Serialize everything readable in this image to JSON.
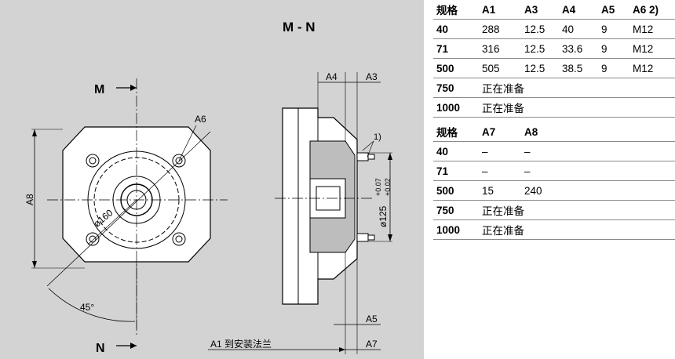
{
  "drawing": {
    "section_label": "M - N",
    "cut_top": "M",
    "cut_bottom": "N",
    "label_a8": "A8",
    "label_a6": "A6",
    "label_a4": "A4",
    "label_a3": "A3",
    "label_a5": "A5",
    "label_a7": "A7",
    "dia160": "ø160",
    "angle": "45°",
    "dia125": "ø125",
    "tol_plus": "+0.07",
    "tol_minus": "+0.02",
    "note": "1)",
    "a1_label": "A1 到安装法兰"
  },
  "table1": {
    "headers": [
      "规格",
      "A1",
      "A3",
      "A4",
      "A5",
      "A6 2)"
    ],
    "rows": [
      [
        "40",
        "288",
        "12.5",
        "40",
        "9",
        "M12"
      ],
      [
        "71",
        "316",
        "12.5",
        "33.6",
        "9",
        "M12"
      ],
      [
        "500",
        "505",
        "12.5",
        "38.5",
        "9",
        "M12"
      ],
      [
        "750",
        "正在准备"
      ],
      [
        "1000",
        "正在准备"
      ]
    ]
  },
  "table2": {
    "headers": [
      "规格",
      "A7",
      "A8"
    ],
    "rows": [
      [
        "40",
        "–",
        "–"
      ],
      [
        "71",
        "–",
        "–"
      ],
      [
        "500",
        "15",
        "240"
      ],
      [
        "750",
        "正在准备"
      ],
      [
        "1000",
        "正在准备"
      ]
    ]
  }
}
